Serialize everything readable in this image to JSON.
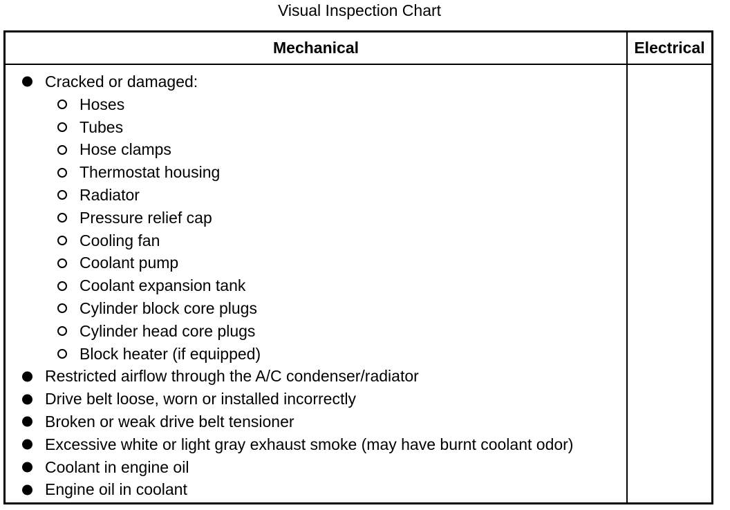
{
  "title": "Visual Inspection Chart",
  "columns": {
    "mechanical": "Mechanical",
    "electrical": "Electrical"
  },
  "items": [
    {
      "level": 1,
      "text": "Cracked or damaged:"
    },
    {
      "level": 2,
      "text": "Hoses"
    },
    {
      "level": 2,
      "text": "Tubes"
    },
    {
      "level": 2,
      "text": "Hose clamps"
    },
    {
      "level": 2,
      "text": "Thermostat housing"
    },
    {
      "level": 2,
      "text": "Radiator"
    },
    {
      "level": 2,
      "text": "Pressure relief cap"
    },
    {
      "level": 2,
      "text": "Cooling fan"
    },
    {
      "level": 2,
      "text": "Coolant pump"
    },
    {
      "level": 2,
      "text": "Coolant expansion tank"
    },
    {
      "level": 2,
      "text": "Cylinder block core plugs"
    },
    {
      "level": 2,
      "text": "Cylinder head core plugs"
    },
    {
      "level": 2,
      "text": "Block heater (if equipped)"
    },
    {
      "level": 1,
      "text": "Restricted airflow through the A/C condenser/radiator"
    },
    {
      "level": 1,
      "text": "Drive belt loose, worn or installed incorrectly"
    },
    {
      "level": 1,
      "text": "Broken or weak drive belt tensioner"
    },
    {
      "level": 1,
      "text": "Excessive white or light gray exhaust smoke (may have burnt coolant odor)"
    },
    {
      "level": 1,
      "text": "Coolant in engine oil"
    },
    {
      "level": 1,
      "text": "Engine oil in coolant"
    }
  ]
}
